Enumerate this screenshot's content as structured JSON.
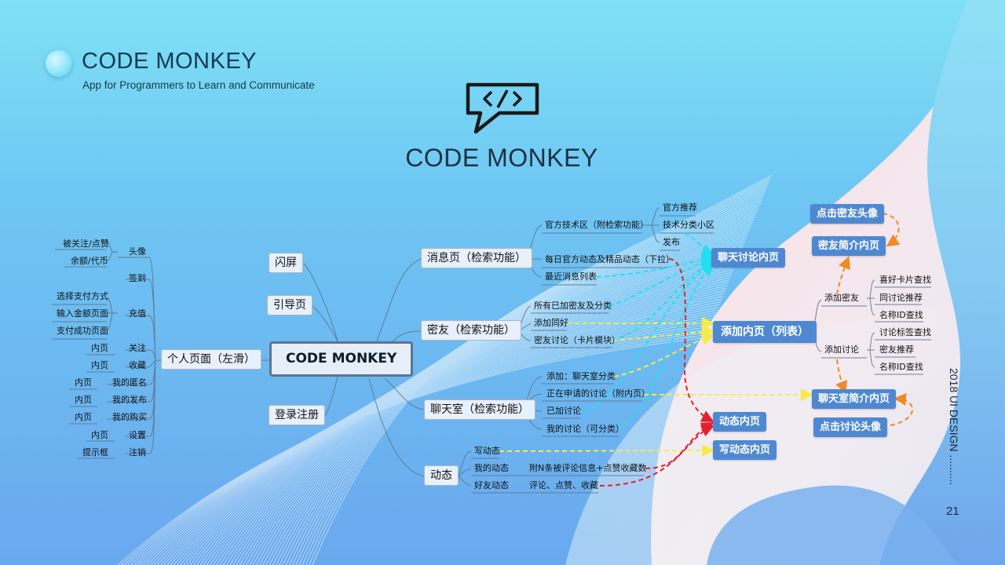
{
  "header": {
    "brand": "CODE MONKEY",
    "tagline": "App for Programmers to Learn and Communicate"
  },
  "center_logo": {
    "title": "CODE MONKEY",
    "icon": "code-speech-bubble-icon"
  },
  "side": {
    "vertical_text": "2018 UI DESIGN ..........",
    "page_number": "21"
  },
  "colors": {
    "accent_node": "#4f88d2",
    "cyan_link": "#22e0f2",
    "yellow_link": "#f4ec4a",
    "red_link": "#e5202a",
    "orange_link": "#f08a24"
  },
  "mindmap": {
    "root": "CODE MONKEY",
    "top": {
      "splash": "闪屏",
      "guide": "引导页",
      "login": "登录注册"
    },
    "profile": {
      "label": "个人页面（左滑）",
      "avatar": "头像",
      "followed": "被关注/点赞",
      "balance": "余额/代币",
      "checkin": "签到",
      "recharge": "充值",
      "pay_method": "选择支付方式",
      "amount_page": "输入金额页面",
      "pay_success": "支付成功页面",
      "follow_inner": "内页",
      "follow": "关注",
      "fav_inner": "内页",
      "favorite": "收藏",
      "anon_inner": "内页",
      "anonymous": "我的匿名",
      "pub_inner": "内页",
      "my_posts": "我的发布",
      "buy_inner": "内页",
      "my_purchases": "我的购买",
      "set_inner": "内页",
      "settings": "设置",
      "logout_prompt": "提示框",
      "logout": "注销"
    },
    "messages": {
      "label": "消息页（检索功能）",
      "tech_zone": "官方技术区（附检索功能）",
      "recommend": "官方推荐",
      "tech_groups": "技术分类小区",
      "publish": "发布",
      "daily": "每日官方动态及精品动态（下拉）",
      "recent": "最近消息列表"
    },
    "friends": {
      "label": "密友（检索功能）",
      "all_friends": "所有已加密友及分类",
      "add_friend": "添加同好",
      "friend_talk": "密友讨论（卡片模块）"
    },
    "chatroom": {
      "label": "聊天室（检索功能）",
      "add_cat": "添加：聊天室分类",
      "applying": "正在申请的讨论（附内页）",
      "joined": "已加讨论",
      "mine": "我的讨论（可分类）"
    },
    "feed": {
      "label": "动态",
      "write": "写动态",
      "my_feed": "我的动态",
      "friends_feed": "好友动态",
      "my_feed_detail": "附N条被评论信息+点赞收藏数",
      "friends_feed_detail": "评论、点赞、收藏"
    },
    "pages": {
      "chat_discussion": "聊天讨论内页",
      "add_list": "添加内页（列表）",
      "feed_detail": "动态内页",
      "write_feed": "写动态内页",
      "click_friend_avatar": "点击密友头像",
      "friend_profile": "密友简介内页",
      "chatroom_profile": "聊天室简介内页",
      "click_discussion_avatar": "点击讨论头像"
    },
    "add_branch": {
      "add_friend": "添加密友",
      "hobby_card": "喜好卡片查找",
      "same_topic": "同讨论推荐",
      "name_search1": "名称ID查找",
      "add_discussion": "添加讨论",
      "tag_search": "讨论标签查找",
      "friend_recommend": "密友推荐",
      "name_search2": "名称ID查找"
    }
  }
}
